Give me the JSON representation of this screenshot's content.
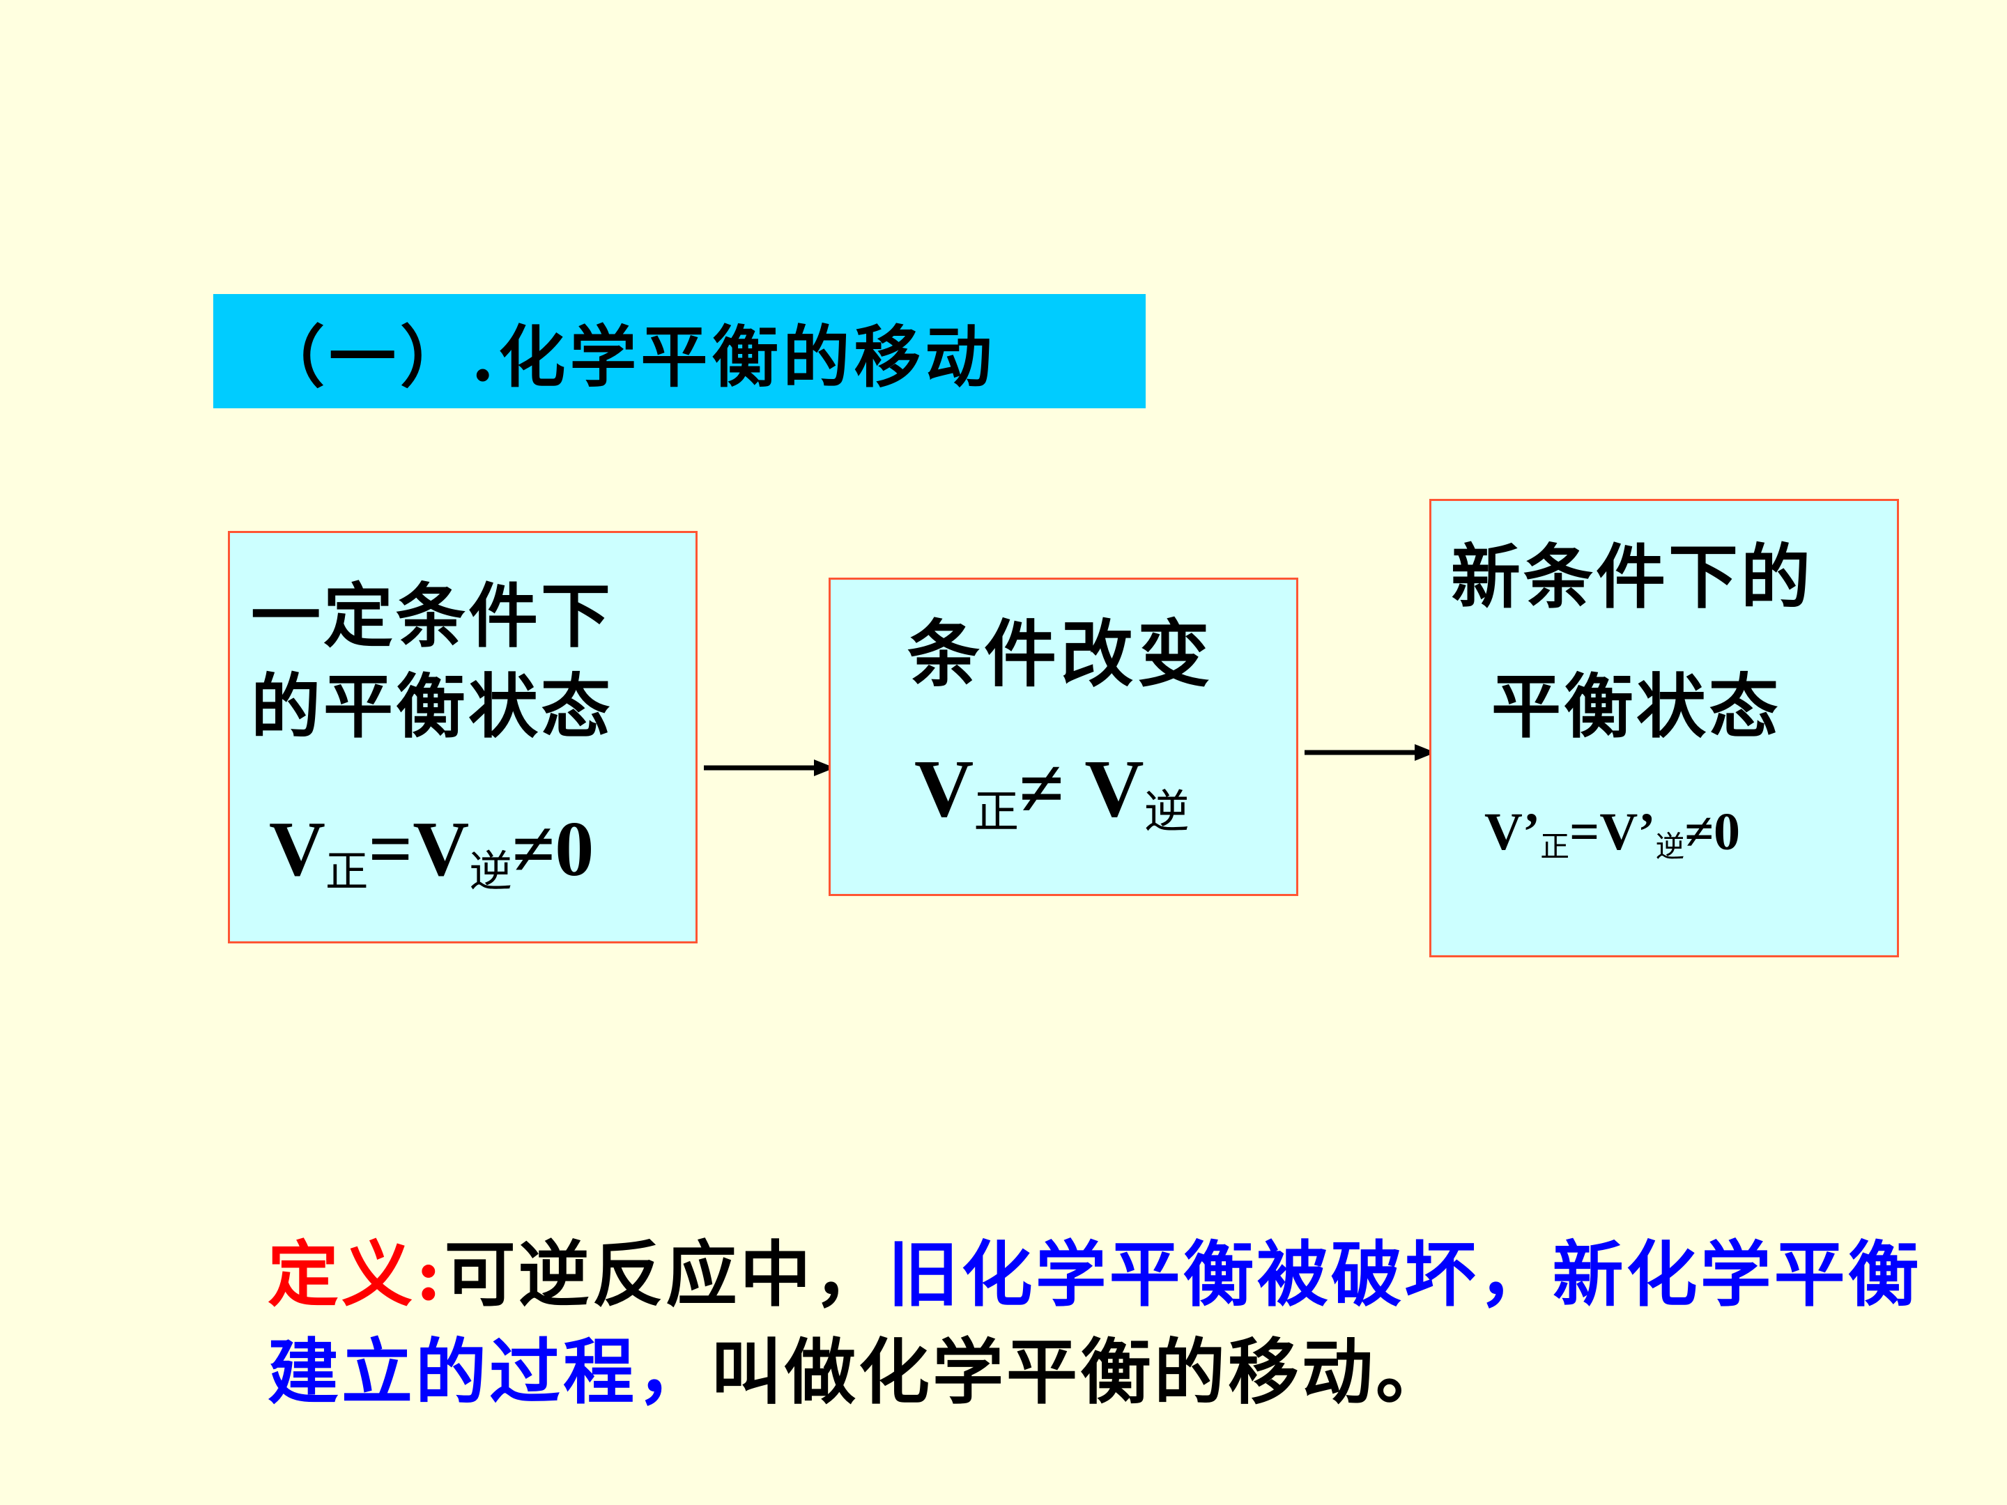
{
  "title": "（一）.化学平衡的移动",
  "boxes": [
    {
      "line1": "一定条件下",
      "line2": "的平衡状态",
      "formula": {
        "v1": "V",
        "s1": "正",
        "op1": "=",
        "v2": "V",
        "s2": "逆",
        "tail": "≠0"
      }
    },
    {
      "line1": "条件改变",
      "formula": {
        "v1": "V",
        "s1": "正",
        "op1": "≠ ",
        "v2": "V",
        "s2": "逆"
      }
    },
    {
      "line1": "新条件下的",
      "line2": "平衡状态",
      "formula": {
        "v1": "V’",
        "s1": "正",
        "op1": "=",
        "v2": "V’",
        "s2": "逆",
        "tail": "≠0"
      }
    }
  ],
  "definition": {
    "label": "定义:",
    "part1": "可逆反应中，",
    "part2": "旧化学平衡被破坏，新化学平衡建立的过程，",
    "part3": "叫做化学平衡的移动。"
  },
  "colors": {
    "background": "#ffffe0",
    "title_bg": "#00ccff",
    "box_fill": "#ccffff",
    "box_border": "#ff5533",
    "label_red": "#ff0000",
    "highlight_blue": "#0000ff"
  }
}
